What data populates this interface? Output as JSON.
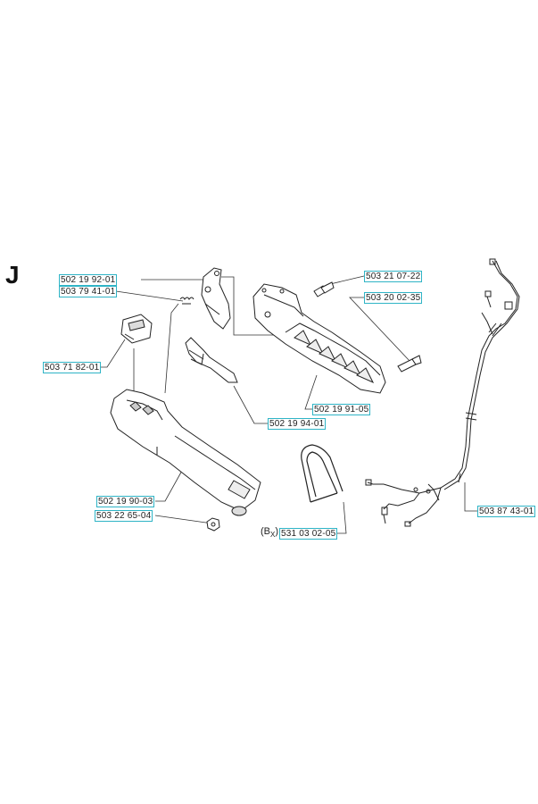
{
  "section": {
    "letter": "J"
  },
  "colors": {
    "label_border": "#2fb4c6",
    "line": "#333333"
  },
  "parts": {
    "p1": "502 19 92-01",
    "p2": "503 79 41-01",
    "p3": "503 71 82-01",
    "p4": "503 21 07-22",
    "p5": "503 20 02-35",
    "p6": "502 19 91-05",
    "p7": "502 19 94-01",
    "p8": "502 19 90-03",
    "p9": "503 22 65-04",
    "p10": "531 03 02-05",
    "p11": "503 87 43-01"
  },
  "p10_prefix": "(B",
  "p10_prefix_sub": "X",
  "p10_prefix_close": ")"
}
